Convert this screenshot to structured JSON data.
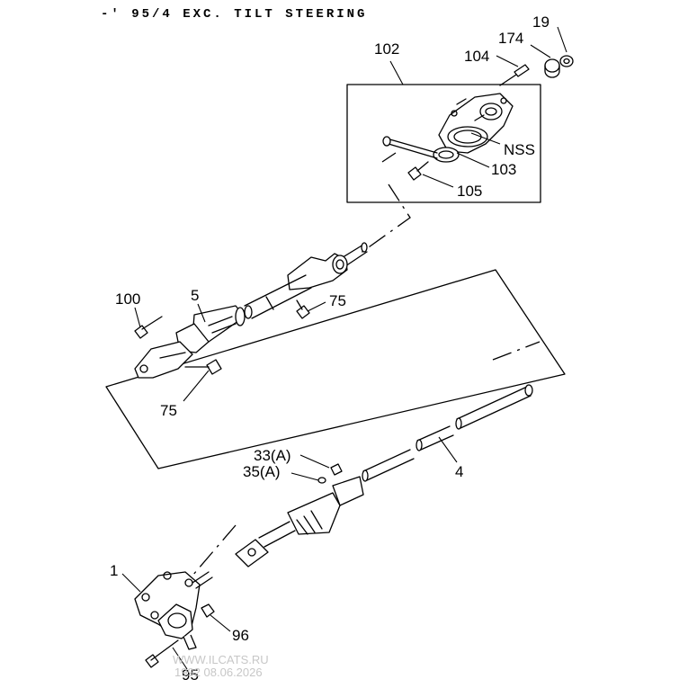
{
  "header": {
    "title": "-' 95/4 EXC. TILT STEERING"
  },
  "callouts": {
    "c19": "19",
    "c174": "174",
    "c102": "102",
    "c104": "104",
    "cNSS": "NSS",
    "c103": "103",
    "c105": "105",
    "c100": "100",
    "c5": "5",
    "c75a": "75",
    "c75b": "75",
    "c33a": "33(A)",
    "c35a": "35(A)",
    "c4": "4",
    "c1": "1",
    "c96": "96",
    "c95": "95"
  },
  "watermark": {
    "site": "WWW.ILCATS.RU",
    "date": "1992 08.06.2026"
  },
  "icons": [
    "steering-gear-box-icon",
    "steering-column-icon",
    "steering-shaft-icon",
    "ignition-lock-icon",
    "universal-joint-icon",
    "bolt-icon",
    "nut-icon",
    "washer-icon"
  ]
}
